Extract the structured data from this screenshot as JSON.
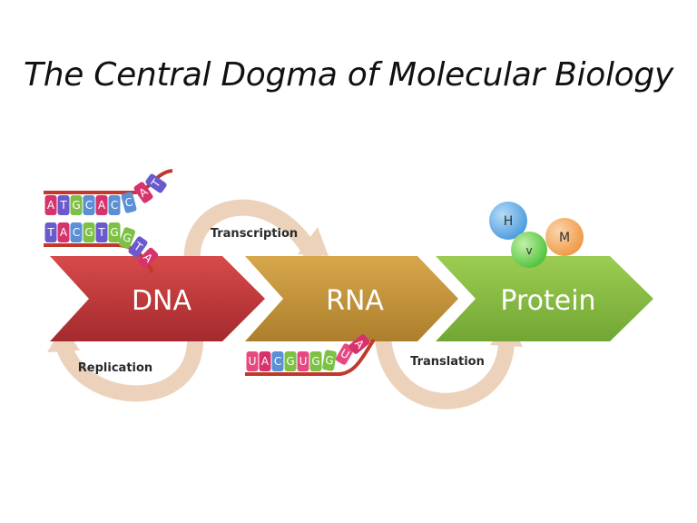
{
  "title": "The Central Dogma of Molecular Biology",
  "stages": {
    "dna": "DNA",
    "rna": "RNA",
    "protein": "Protein"
  },
  "processes": {
    "transcription": "Transcription",
    "replication": "Replication",
    "translation": "Translation"
  },
  "dna_strand": {
    "top_bases": [
      "A",
      "T",
      "G",
      "C",
      "A",
      "C",
      "C",
      "A",
      "T"
    ],
    "bottom_bases": [
      "T",
      "A",
      "C",
      "G",
      "T",
      "G",
      "G",
      "T",
      "A"
    ]
  },
  "rna_strand": {
    "bases": [
      "U",
      "A",
      "C",
      "G",
      "U",
      "G",
      "G",
      "U",
      "A"
    ]
  },
  "amino_acids": [
    "H",
    "V",
    "M"
  ],
  "colors": {
    "dna_arrow": "#c0393b",
    "rna_arrow": "#c6963a",
    "protein_arrow": "#8cbf45",
    "curved_arrow": "#e9c9ad",
    "backbone": "#c0392b",
    "base_A": "#d6336c",
    "base_T": "#6a5acd",
    "base_U": "#e64980",
    "base_G": "#7cc143",
    "base_C": "#5b8fd6",
    "amino_H": "#5aa9e6",
    "amino_V": "#6cd15a",
    "amino_M": "#f2a65a"
  }
}
